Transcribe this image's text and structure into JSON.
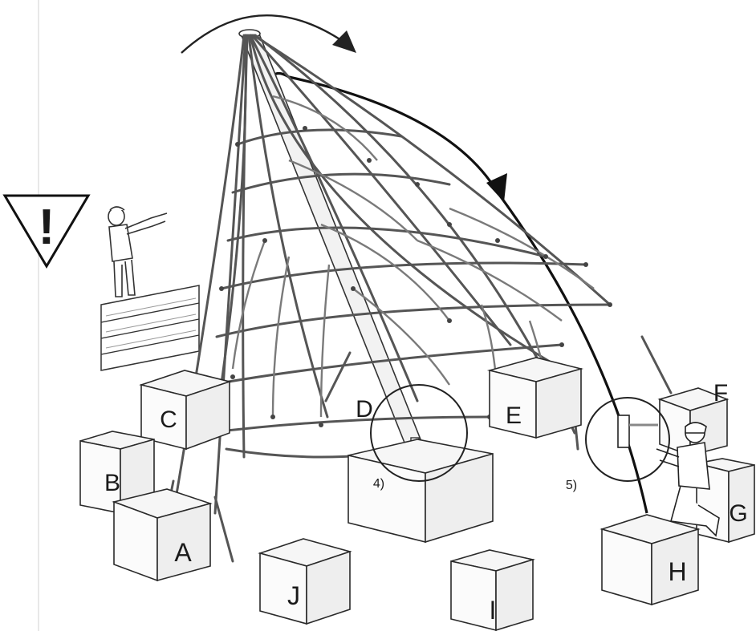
{
  "boxes": [
    {
      "id": "A",
      "label": "A"
    },
    {
      "id": "B",
      "label": "B"
    },
    {
      "id": "C",
      "label": "C"
    },
    {
      "id": "D",
      "label": "D"
    },
    {
      "id": "E",
      "label": "E"
    },
    {
      "id": "F",
      "label": "F"
    },
    {
      "id": "G",
      "label": "G"
    },
    {
      "id": "H",
      "label": "H"
    },
    {
      "id": "I",
      "label": "I"
    },
    {
      "id": "J",
      "label": "J"
    }
  ],
  "details": [
    {
      "id": "detail-4",
      "label": "4)"
    },
    {
      "id": "detail-5",
      "label": "5)"
    }
  ],
  "warning": {
    "icon": "warning-exclamation-icon",
    "symbol": "!"
  },
  "colors": {
    "line": "#2a2a2a",
    "rope": "#555555",
    "paper": "#ffffff"
  }
}
